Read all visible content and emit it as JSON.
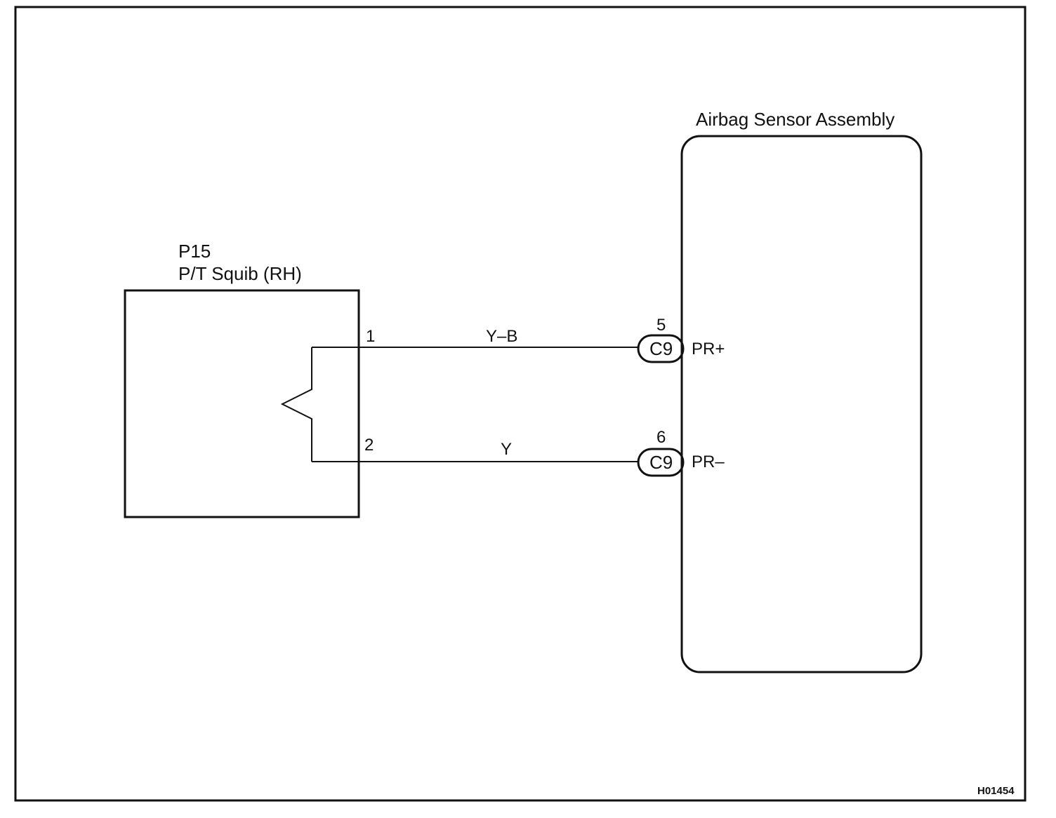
{
  "squib": {
    "code": "P15",
    "name": "P/T Squib (RH)",
    "pin_top": "1",
    "pin_bottom": "2"
  },
  "sensor": {
    "name": "Airbag Sensor Assembly"
  },
  "wires": [
    {
      "color_label": "Y–B",
      "connector": "C9",
      "terminal": "5",
      "signal": "PR+"
    },
    {
      "color_label": "Y",
      "connector": "C9",
      "terminal": "6",
      "signal": "PR–"
    }
  ],
  "figure_id": "H01454"
}
